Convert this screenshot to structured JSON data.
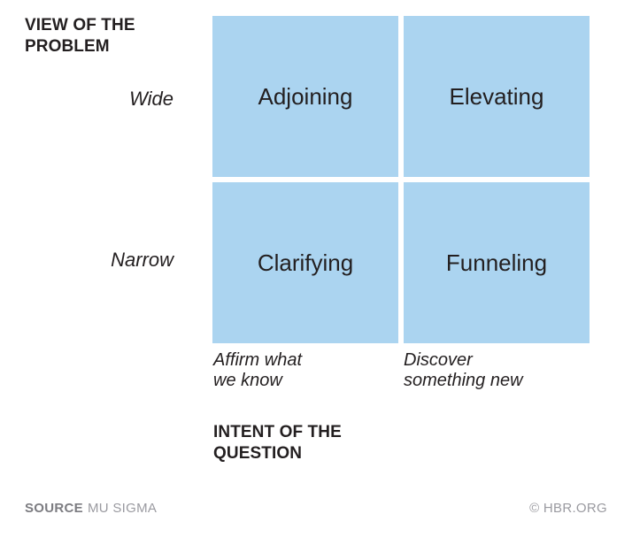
{
  "chart_data": {
    "type": "table",
    "title": "",
    "xlabel": "INTENT OF THE QUESTION",
    "ylabel": "VIEW OF THE PROBLEM",
    "x_categories": [
      "Affirm what\nwe know",
      "Discover\nsomething new"
    ],
    "y_categories": [
      "Wide",
      "Narrow"
    ],
    "cells": [
      {
        "row": "Wide",
        "column": "Affirm what we know",
        "label": "Adjoining"
      },
      {
        "row": "Wide",
        "column": "Discover something new",
        "label": "Elevating"
      },
      {
        "row": "Narrow",
        "column": "Affirm what we know",
        "label": "Clarifying"
      },
      {
        "row": "Narrow",
        "column": "Discover something new",
        "label": "Funneling"
      }
    ],
    "cell_color": "#abd4f0",
    "text_color": "#231f20",
    "grid": false,
    "legend": "none"
  },
  "y_axis": {
    "title_line1": "VIEW OF THE",
    "title_line2": "PROBLEM",
    "ticks": [
      {
        "label": "Wide"
      },
      {
        "label": "Narrow"
      }
    ]
  },
  "x_axis": {
    "title_line1": "INTENT OF THE",
    "title_line2": "QUESTION",
    "ticks": [
      {
        "line1": "Affirm what",
        "line2": "we know"
      },
      {
        "line1": "Discover",
        "line2": "something new"
      }
    ]
  },
  "matrix": {
    "cells": [
      {
        "label": "Adjoining"
      },
      {
        "label": "Elevating"
      },
      {
        "label": "Clarifying"
      },
      {
        "label": "Funneling"
      }
    ]
  },
  "footer": {
    "source_label": "SOURCE",
    "source_value": "MU SIGMA",
    "copyright": "© HBR.ORG"
  },
  "colors": {
    "cell_blue": "#abd4f0",
    "text_dark": "#231f20",
    "footer_label_gray": "#7c7c81",
    "footer_value_gray": "#9a9aa0",
    "background": "#ffffff"
  }
}
